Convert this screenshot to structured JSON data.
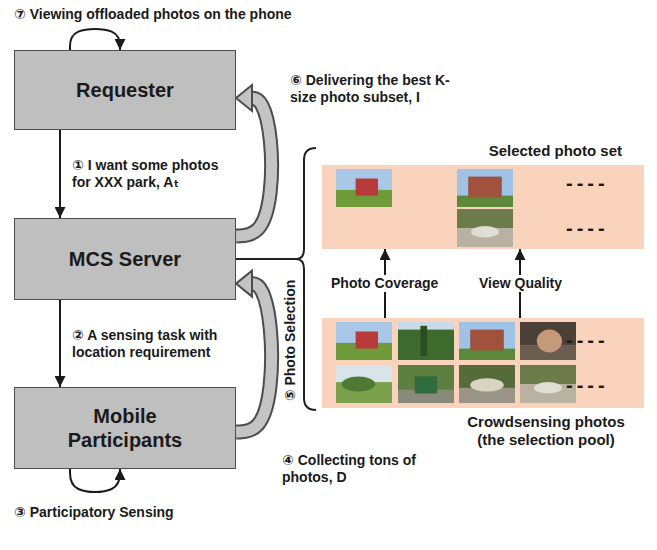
{
  "diagram": {
    "nodes": [
      {
        "text": [
          "Requester"
        ]
      },
      {
        "text": [
          "MCS Server"
        ]
      },
      {
        "text": [
          "Mobile Participants"
        ]
      },
      {
        "text": [
          "Selected photo set"
        ]
      },
      {
        "text": [
          "Crowdsensing photos (the selection pool)"
        ]
      }
    ],
    "edges": [
      {
        "from": 0,
        "to": 0,
        "label": "⑦ Viewing offloaded photos on the phone",
        "arrow": "to"
      },
      {
        "from": 0,
        "to": 1,
        "label": "① I want some photos for XXX park, Aₜ",
        "arrow": "to"
      },
      {
        "from": 1,
        "to": 2,
        "label": "② A sensing task with location requirement",
        "arrow": "to"
      },
      {
        "from": 2,
        "to": 2,
        "label": "③ Participatory Sensing",
        "arrow": "to"
      },
      {
        "from": 2,
        "to": 1,
        "label": "④ Collecting tons of photos, D",
        "arrow": "to"
      },
      {
        "from": 1,
        "to": 0,
        "label": "⑥ Delivering the best K-size photo subset, I",
        "arrow": "to"
      },
      {
        "from": 4,
        "to": 3,
        "label": "Photo Coverage",
        "arrow": "to"
      },
      {
        "from": 4,
        "to": 3,
        "label": "View Quality",
        "arrow": "to"
      }
    ],
    "labels": [
      "⑤ Photo Selection",
      "----",
      "----",
      "----",
      "----"
    ]
  }
}
